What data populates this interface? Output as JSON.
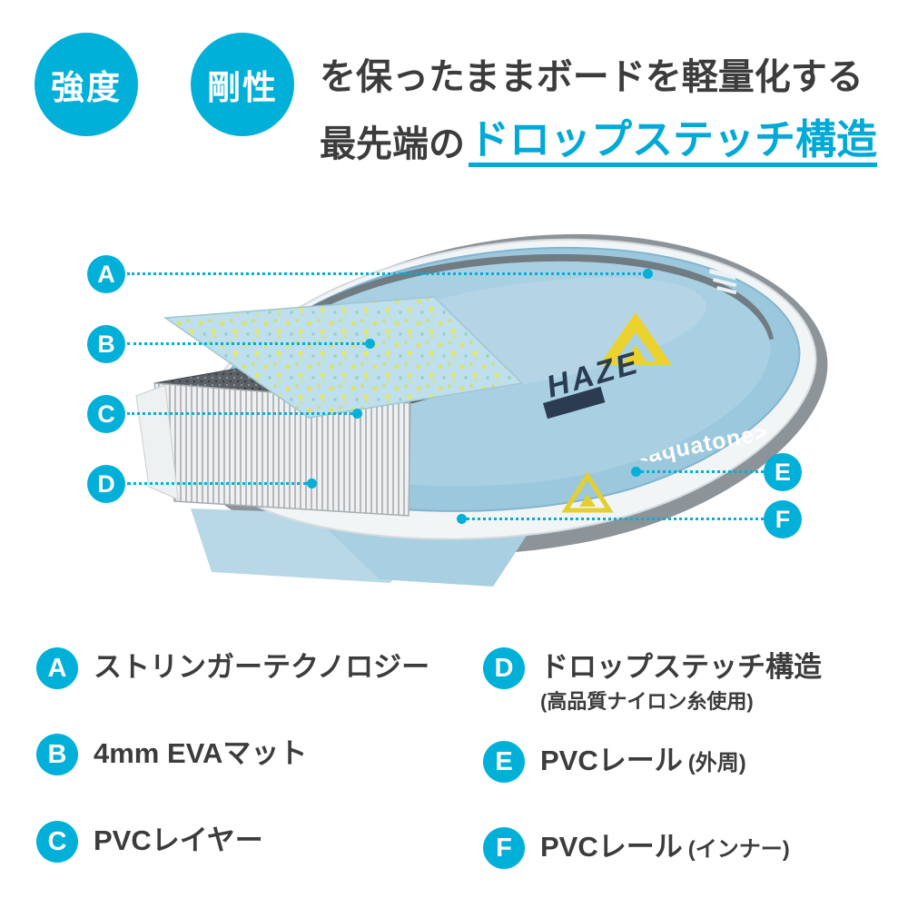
{
  "colors": {
    "accent": "#00b0d8",
    "highlight": "#00a9d6",
    "text": "#3c3c3c"
  },
  "header": {
    "badge1": "強度",
    "badge2": "剛性",
    "line1": "を保ったままボードを軽量化する",
    "line2_prefix": "最先端の",
    "line2_highlight": "ドロップステッチ構造"
  },
  "board": {
    "brand": "<aquatone>",
    "model": "HAZE"
  },
  "callouts": [
    {
      "id": "A"
    },
    {
      "id": "B"
    },
    {
      "id": "C"
    },
    {
      "id": "D"
    },
    {
      "id": "E"
    },
    {
      "id": "F"
    }
  ],
  "legend": [
    {
      "id": "A",
      "label": "ストリンガーテクノロジー",
      "sub": ""
    },
    {
      "id": "B",
      "label": "4mm EVAマット",
      "sub": ""
    },
    {
      "id": "C",
      "label": "PVCレイヤー",
      "sub": ""
    },
    {
      "id": "D",
      "label": "ドロップステッチ構造",
      "sub": "(高品質ナイロン糸使用)"
    },
    {
      "id": "E",
      "label": "PVCレール",
      "sub": "(外周)"
    },
    {
      "id": "F",
      "label": "PVCレール",
      "sub": "(インナー)"
    }
  ]
}
